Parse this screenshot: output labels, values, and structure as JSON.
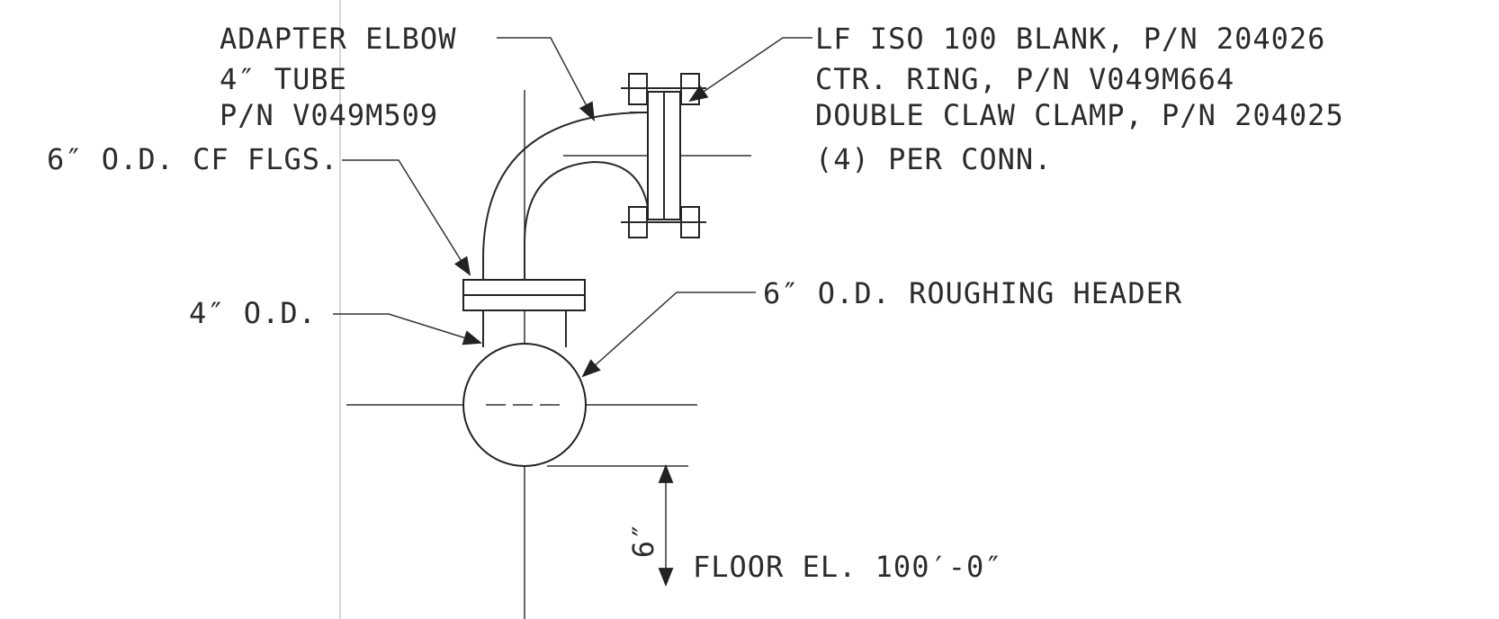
{
  "labels": {
    "adapter_elbow_line1": "ADAPTER ELBOW",
    "adapter_elbow_line2": "4″ TUBE",
    "adapter_elbow_line3": "P/N V049M509",
    "blank_line1": "LF ISO 100 BLANK, P/N 204026",
    "blank_line2": "CTR. RING, P/N V049M664",
    "blank_line3": "DOUBLE CLAW CLAMP, P/N 204025",
    "blank_line4": "(4) PER CONN.",
    "cf_flanges": "6″ O.D. CF FLGS.",
    "tube_od": "4″ O.D.",
    "roughing_header": "6″ O.D. ROUGHING HEADER",
    "dimension": "6″",
    "floor": "FLOOR EL. 100′-0″"
  },
  "colors": {
    "line": "#2a2a2a",
    "background": "#ffffff"
  }
}
